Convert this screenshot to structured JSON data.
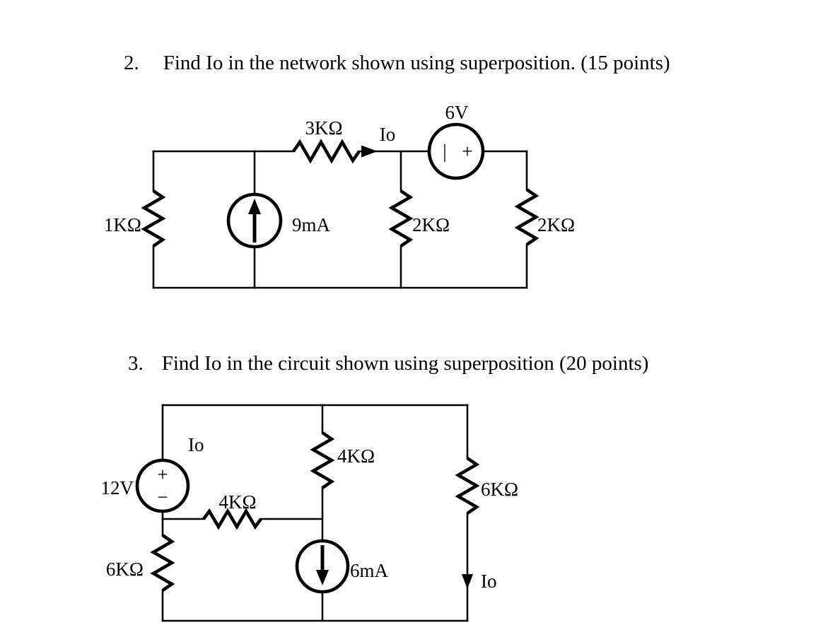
{
  "problem2": {
    "number": "2.",
    "title": "Find Io in the network shown using superposition. (15 points)",
    "circuit": {
      "r_left": "1KΩ",
      "current_source": "9mA",
      "r_top": "3KΩ",
      "io": "Io",
      "v_source": "6V",
      "v_source_minus": "|",
      "v_source_plus": "+",
      "r_mid": "2KΩ",
      "r_right": "2KΩ"
    }
  },
  "problem3": {
    "number": "3.",
    "title": "Find Io in the circuit shown using superposition (20 points)",
    "circuit": {
      "io_top": "Io",
      "v_source": "12V",
      "v_source_plus": "+",
      "v_source_minus": "−",
      "r_mid_vertical": "4KΩ",
      "r_horizontal": "4KΩ",
      "r_left": "6KΩ",
      "current_source": "6mA",
      "r_right": "6KΩ",
      "io_bottom": "Io"
    }
  },
  "colors": {
    "ink": "#000000",
    "background": "#ffffff"
  }
}
